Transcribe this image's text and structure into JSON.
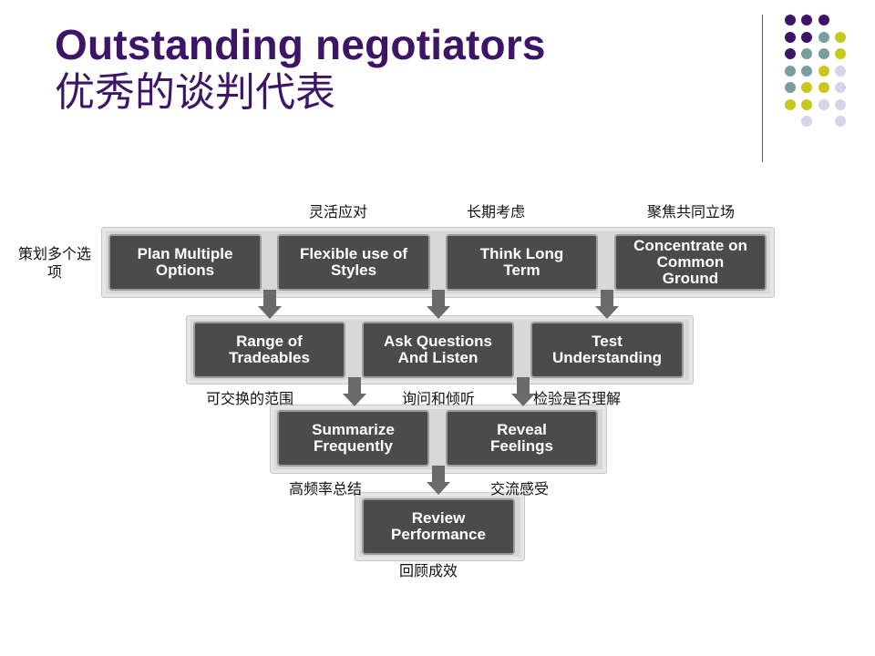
{
  "slide": {
    "title_en": "Outstanding negotiators",
    "title_zh": "优秀的谈判代表"
  },
  "decoration": {
    "dot_colors": [
      "#3d1466",
      "#7a9e9f",
      "#c8c81e",
      "#d6d4e8"
    ]
  },
  "diagram": {
    "steps": [
      {
        "label": "Plan Multiple\nOptions",
        "annotation": "策划多个选\n项"
      },
      {
        "label": "Flexible use of\nStyles",
        "annotation": "灵活应对"
      },
      {
        "label": "Think Long\nTerm",
        "annotation": "长期考虑"
      },
      {
        "label": "Concentrate on\nCommon\nGround",
        "annotation": "聚焦共同立场"
      },
      {
        "label": "Range of\nTradeables",
        "annotation": "可交换的范围"
      },
      {
        "label": "Ask Questions\nAnd Listen",
        "annotation": "询问和倾听"
      },
      {
        "label": "Test\nUnderstanding",
        "annotation": "检验是否理解"
      },
      {
        "label": "Summarize\nFrequently",
        "annotation": "高频率总结"
      },
      {
        "label": "Reveal\nFeelings",
        "annotation": "交流感受"
      },
      {
        "label": "Review\nPerformance",
        "annotation": "回顾成效"
      }
    ]
  }
}
